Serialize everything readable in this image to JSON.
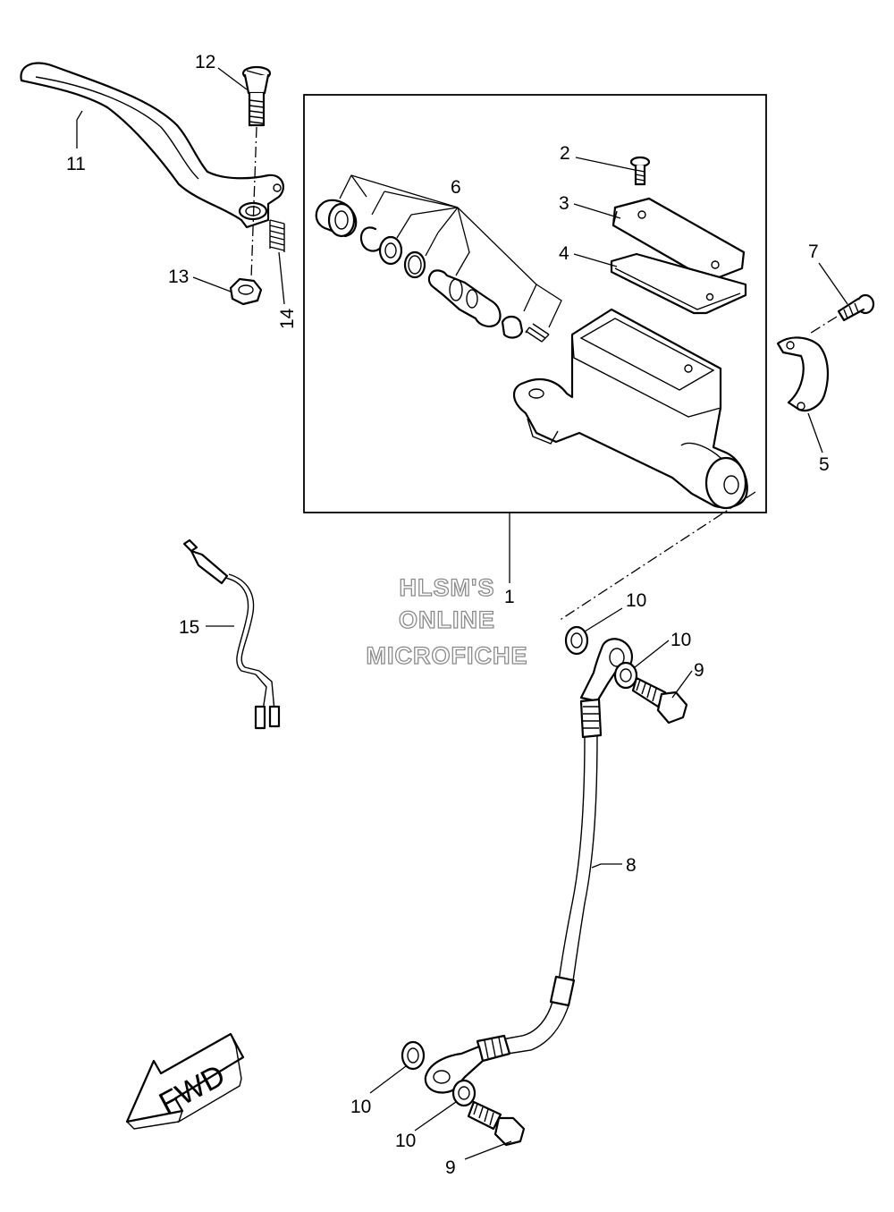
{
  "watermark": {
    "line1": "HLSM'S",
    "line2": "ONLINE",
    "line3": "MICROFICHE"
  },
  "fwd_label": "FWD",
  "callouts": {
    "c1": "1",
    "c2": "2",
    "c3": "3",
    "c4": "4",
    "c5": "5",
    "c6": "6",
    "c7": "7",
    "c8": "8",
    "c9a": "9",
    "c9b": "9",
    "c10a": "10",
    "c10b": "10",
    "c10c": "10",
    "c10d": "10",
    "c11": "11",
    "c12": "12",
    "c13": "13",
    "c14": "14",
    "c15": "15"
  }
}
